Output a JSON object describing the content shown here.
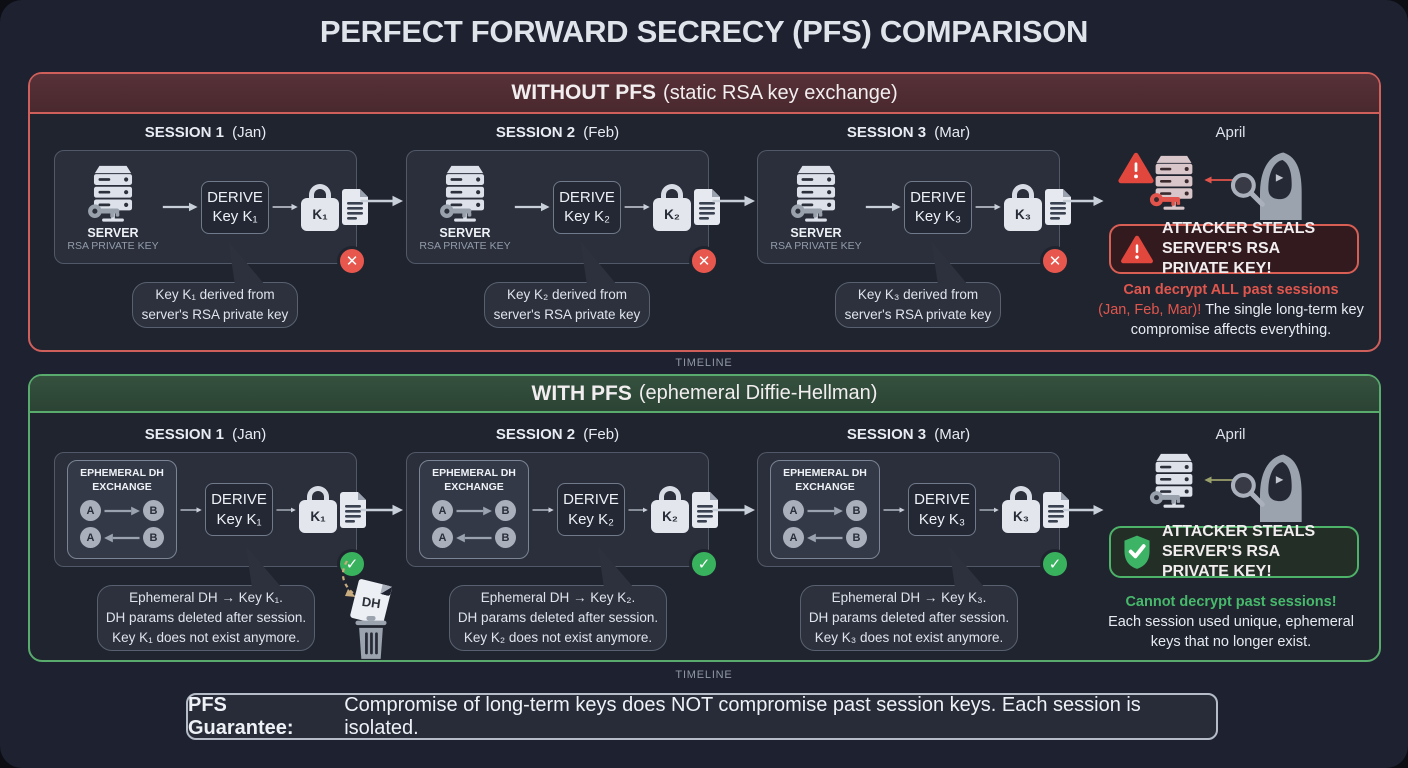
{
  "title": "PERFECT FORWARD SECRECY (PFS) COMPARISON",
  "timeline": "TIMELINE",
  "colors": {
    "accent_red": "#e0564d",
    "accent_green": "#47b96b",
    "panel_red_border": "#cf5f5b",
    "panel_green_border": "#58ab6c",
    "background": "#1d2130"
  },
  "without": {
    "header_bold": "WITHOUT PFS",
    "header_rest": "(static RSA key exchange)",
    "sessions": [
      {
        "name": "SESSION 1",
        "month": "(Jan)",
        "server": "SERVER",
        "server_sub": "RSA PRIVATE KEY",
        "derive_top": "DERIVE",
        "derive_bottom": "Key K₁",
        "lock": "K₁",
        "bubble1": "Key K₁ derived from",
        "bubble2": "server's RSA private key"
      },
      {
        "name": "SESSION 2",
        "month": "(Feb)",
        "server": "SERVER",
        "server_sub": "RSA PRIVATE KEY",
        "derive_top": "DERIVE",
        "derive_bottom": "Key K₂",
        "lock": "K₂",
        "bubble1": "Key K₂ derived from",
        "bubble2": "server's RSA private key"
      },
      {
        "name": "SESSION 3",
        "month": "(Mar)",
        "server": "SERVER",
        "server_sub": "RSA PRIVATE KEY",
        "derive_top": "DERIVE",
        "derive_bottom": "Key K₃",
        "lock": "K₃",
        "bubble1": "Key K₃ derived from",
        "bubble2": "server's RSA private key"
      }
    ],
    "april": {
      "label": "April",
      "alert_line1": "ATTACKER STEALS",
      "alert_line2": "SERVER'S RSA PRIVATE KEY!",
      "note_red_bold": "Can decrypt ALL past sessions",
      "note_red": "(Jan, Feb, Mar)!",
      "note_white": " The single long-term key compromise affects everything."
    }
  },
  "with": {
    "header_bold": "WITH PFS",
    "header_rest": "(ephemeral Diffie-Hellman)",
    "dh_nodes": {
      "a": "A",
      "b": "B"
    },
    "trash_label": "DH",
    "sessions": [
      {
        "name": "SESSION 1",
        "month": "(Jan)",
        "dh_title1": "EPHEMERAL DH",
        "dh_title2": "EXCHANGE",
        "derive_top": "DERIVE",
        "derive_bottom": "Key K₁",
        "lock": "K₁",
        "bubble1": "Ephemeral DH → Key K₁.",
        "bubble2": "DH params deleted after session.",
        "bubble3": "Key K₁ does not exist anymore."
      },
      {
        "name": "SESSION 2",
        "month": "(Feb)",
        "dh_title1": "EPHEMERAL DH",
        "dh_title2": "EXCHANGE",
        "derive_top": "DERIVE",
        "derive_bottom": "Key K₂",
        "lock": "K₂",
        "bubble1": "Ephemeral DH → Key K₂.",
        "bubble2": "DH params deleted after session.",
        "bubble3": "Key K₂ does not exist anymore."
      },
      {
        "name": "SESSION 3",
        "month": "(Mar)",
        "dh_title1": "EPHEMERAL DH",
        "dh_title2": "EXCHANGE",
        "derive_top": "DERIVE",
        "derive_bottom": "Key K₃",
        "lock": "K₃",
        "bubble1": "Ephemeral DH → Key K₃.",
        "bubble2": "DH params deleted after session.",
        "bubble3": "Key K₃ does not exist anymore."
      }
    ],
    "april": {
      "label": "April",
      "alert_line1": "ATTACKER STEALS",
      "alert_line2": "SERVER'S RSA PRIVATE KEY!",
      "note_green_bold": "Cannot decrypt past sessions!",
      "note_white": "Each session used unique, ephemeral keys that no longer exist."
    }
  },
  "guarantee_bold": "PFS Guarantee:",
  "guarantee_rest": "Compromise of long-term keys does NOT compromise past session keys. Each session is isolated."
}
